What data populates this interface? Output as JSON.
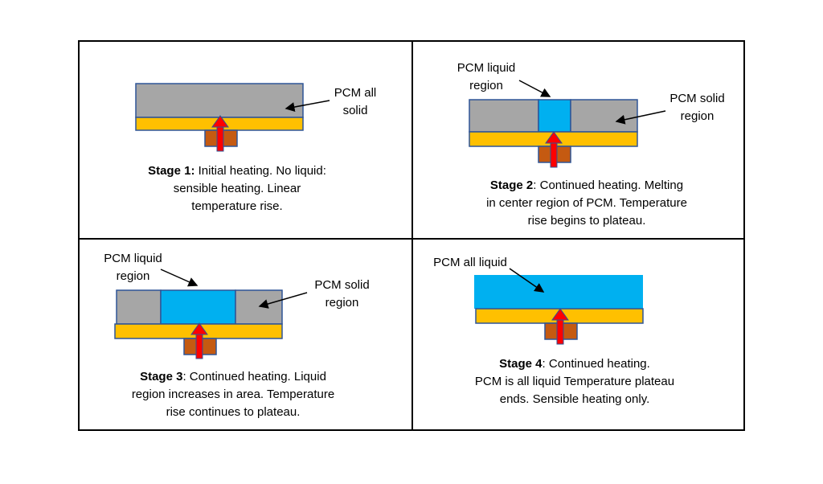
{
  "colors": {
    "solid": "#A6A6A6",
    "liquid": "#00B0F0",
    "heater_plate": "#FFC000",
    "heat_source": "#C55A11",
    "arrow": "#FF0000",
    "outline": "#2F5597"
  },
  "panels": [
    {
      "id": "stage1",
      "labels": {
        "solid": "PCM all\nsolid"
      },
      "caption": {
        "stage": "Stage 1:",
        "text": " Initial heating.  No liquid:\nsensible heating.  Linear\ntemperature rise."
      }
    },
    {
      "id": "stage2",
      "labels": {
        "liquid": "PCM liquid\nregion",
        "solid": "PCM solid\nregion"
      },
      "caption": {
        "stage": "Stage 2",
        "text": ": Continued heating.  Melting\nin center region of PCM.  Temperature\nrise begins to plateau."
      }
    },
    {
      "id": "stage3",
      "labels": {
        "liquid": "PCM liquid\nregion",
        "solid": "PCM solid\nregion"
      },
      "caption": {
        "stage": "Stage 3",
        "text": ": Continued heating.  Liquid\nregion increases in area. Temperature\nrise continues to plateau."
      }
    },
    {
      "id": "stage4",
      "labels": {
        "liquid": "PCM all liquid"
      },
      "caption": {
        "stage": "Stage 4",
        "text": ": Continued heating.\nPCM is all liquid Temperature plateau\nends.  Sensible heating only."
      }
    }
  ]
}
